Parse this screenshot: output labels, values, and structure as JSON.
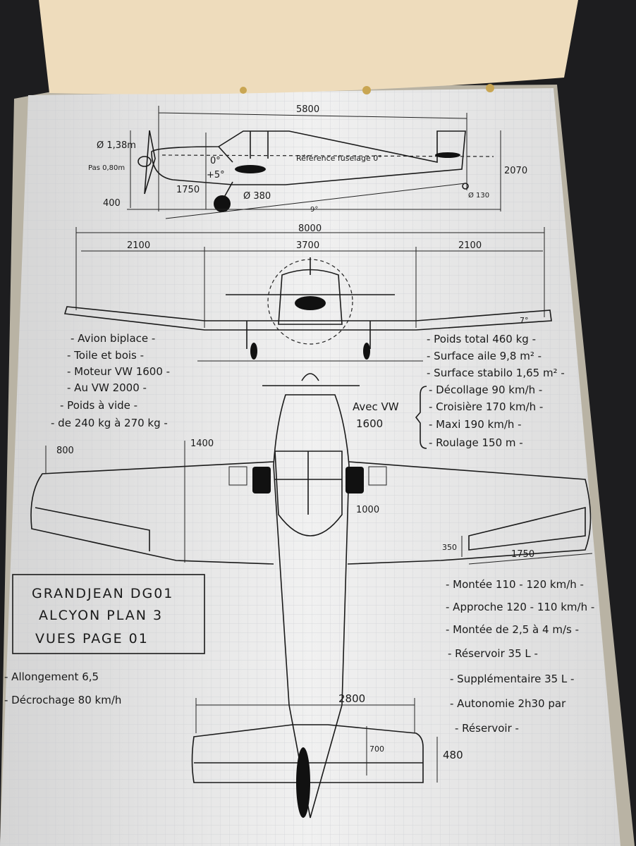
{
  "side_view": {
    "length": "5800",
    "prop_diameter": "Ø 1,38m",
    "prop_pitch": "Pas 0,80m",
    "prop_ground": "400",
    "height_gear": "1750",
    "wheel_diameter": "Ø 380",
    "incidence_top": "0°",
    "incidence_bottom": "+5°",
    "reference": "Référence fuselage 0°",
    "tailwheel_diameter": "Ø 130",
    "height_total": "2070",
    "ground_angle": "9°"
  },
  "front_view": {
    "span": "8000",
    "outer_left": "2100",
    "center": "3700",
    "outer_right": "2100",
    "dihedral": "7°"
  },
  "specs_left": [
    "- Avion biplace -",
    "- Toile et bois -",
    "- Moteur VW 1600 -",
    "- Au VW 2000 -",
    "- Poids à vide -",
    "- de 240 kg à 270 kg -"
  ],
  "specs_right_top": [
    "- Poids total 460 kg -",
    "- Surface aile 9,8 m² -",
    "- Surface stabilo 1,65 m² -"
  ],
  "engine_note": [
    "Avec VW",
    "1600"
  ],
  "performance": [
    "- Décollage  90 km/h -",
    "- Croisière  170 km/h -",
    "- Maxi  190 km/h -",
    "- Roulage  150 m -"
  ],
  "top_view": {
    "tip_chord": "800",
    "root_chord": "1400",
    "cockpit": "1000",
    "aileron_chord": "350",
    "aileron_span": "1750",
    "stab_span": "2800",
    "stab_chord": "700",
    "elevator_chord": "480"
  },
  "title_box": [
    "GRANDJEAN  DG01",
    "ALCYON  PLAN  3",
    "VUES  PAGE 01"
  ],
  "specs_left_bottom": [
    "- Allongement  6,5",
    "- Décrochage  80 km/h"
  ],
  "specs_right_bottom": [
    "- Montée 110 - 120 km/h -",
    "- Approche 120 - 110 km/h -",
    "- Montée de 2,5 à 4 m/s -",
    "- Réservoir 35 L -",
    "- Supplémentaire 35 L -",
    "- Autonomie 2h30 par",
    "- Réservoir -"
  ]
}
